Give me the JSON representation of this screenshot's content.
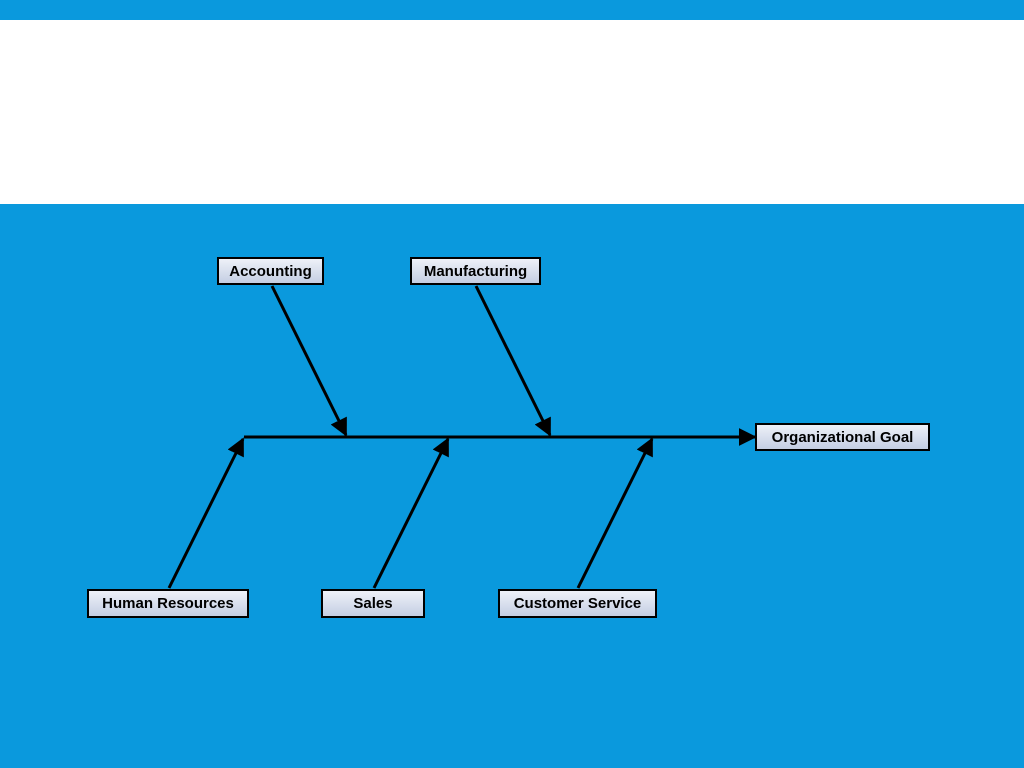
{
  "slide": {
    "colors": {
      "background_accent": "#0a99dd",
      "title_area": "#ffffff",
      "node_fill_top": "#eef1f8",
      "node_fill_bottom": "#c4cee3",
      "stroke": "#000000"
    }
  },
  "diagram": {
    "type": "fishbone",
    "effect": {
      "label": "Organizational Goal"
    },
    "causes": [
      {
        "label": "Accounting",
        "side": "top"
      },
      {
        "label": "Manufacturing",
        "side": "top"
      },
      {
        "label": "Human Resources",
        "side": "bottom"
      },
      {
        "label": "Sales",
        "side": "bottom"
      },
      {
        "label": "Customer Service",
        "side": "bottom"
      }
    ]
  }
}
